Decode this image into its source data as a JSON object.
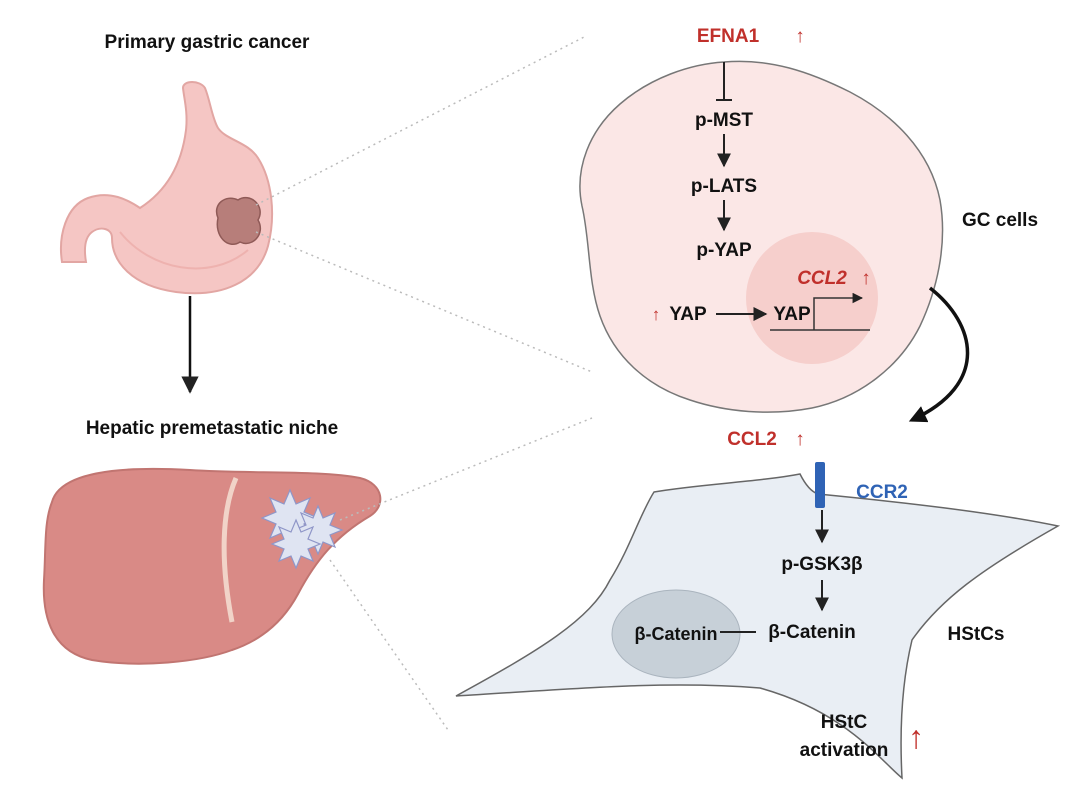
{
  "left_panel": {
    "stomach_title": "Primary gastric cancer",
    "liver_title": "Hepatic premetastatic niche"
  },
  "gc_cell": {
    "top_signal": "EFNA1",
    "top_signal_arrow": "↑",
    "cascade": [
      "p-MST",
      "p-LATS",
      "p-YAP"
    ],
    "yap_arrow": "↑",
    "yap_cytoplasm": "YAP",
    "yap_nucleus": "YAP",
    "gene": "CCL2",
    "gene_arrow": "↑",
    "cell_label": "GC cells"
  },
  "secreted": {
    "label": "CCL2",
    "arrow": "↑"
  },
  "hstc": {
    "receptor": "CCR2",
    "kinase": "p-GSK3β",
    "catenin_cytoplasm": "β-Catenin",
    "catenin_nucleus": "β-Catenin",
    "cell_label": "HStCs",
    "activation_line1": "HStC",
    "activation_line2": "activation",
    "activation_arrow": "↑"
  },
  "colors": {
    "accent_red": "#c0302b",
    "receptor_blue": "#2f63b5",
    "gc_cell_fill": "#fbe7e6",
    "nucleus_fill": "#f6cfcc",
    "hstc_fill": "#e9eef4",
    "hstc_nucleus": "#c7d0d8",
    "stomach": "#f5c6c4",
    "liver": "#d98a86"
  }
}
